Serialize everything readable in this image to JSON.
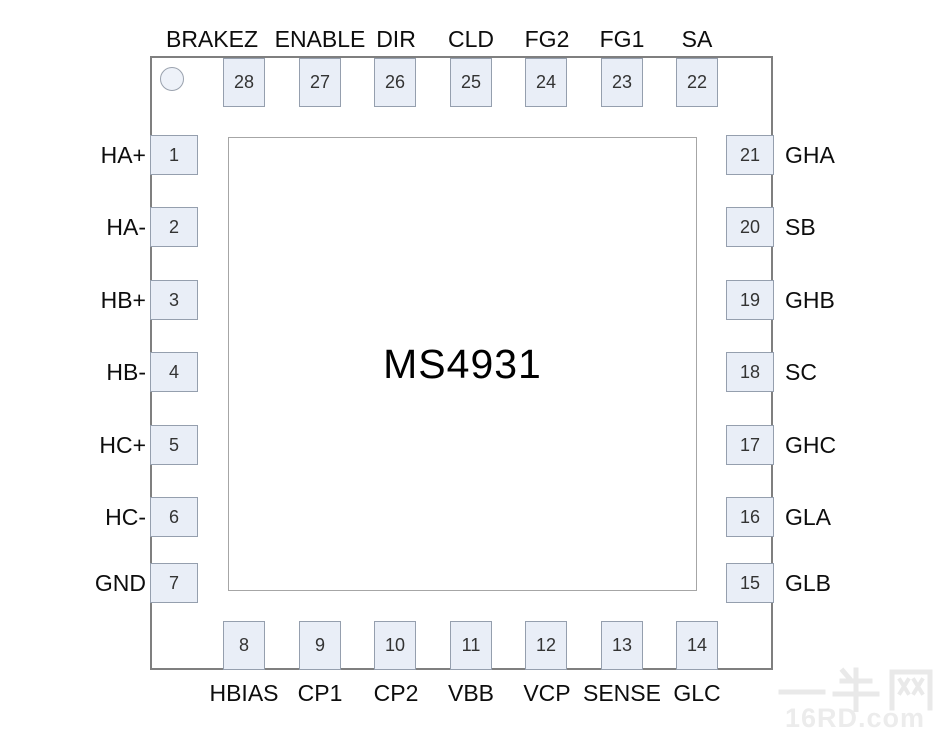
{
  "chip": {
    "name": "MS4931"
  },
  "pins": {
    "top": [
      {
        "num": "28",
        "label": "BRAKEZ"
      },
      {
        "num": "27",
        "label": "ENABLE"
      },
      {
        "num": "26",
        "label": "DIR"
      },
      {
        "num": "25",
        "label": "CLD"
      },
      {
        "num": "24",
        "label": "FG2"
      },
      {
        "num": "23",
        "label": "FG1"
      },
      {
        "num": "22",
        "label": "SA"
      }
    ],
    "left": [
      {
        "num": "1",
        "label": "HA+"
      },
      {
        "num": "2",
        "label": "HA-"
      },
      {
        "num": "3",
        "label": "HB+"
      },
      {
        "num": "4",
        "label": "HB-"
      },
      {
        "num": "5",
        "label": "HC+"
      },
      {
        "num": "6",
        "label": "HC-"
      },
      {
        "num": "7",
        "label": "GND"
      }
    ],
    "right": [
      {
        "num": "21",
        "label": "GHA"
      },
      {
        "num": "20",
        "label": "SB"
      },
      {
        "num": "19",
        "label": "GHB"
      },
      {
        "num": "18",
        "label": "SC"
      },
      {
        "num": "17",
        "label": "GHC"
      },
      {
        "num": "16",
        "label": "GLA"
      },
      {
        "num": "15",
        "label": "GLB"
      }
    ],
    "bottom": [
      {
        "num": "8",
        "label": "HBIAS"
      },
      {
        "num": "9",
        "label": "CP1"
      },
      {
        "num": "10",
        "label": "CP2"
      },
      {
        "num": "11",
        "label": "VBB"
      },
      {
        "num": "12",
        "label": "VCP"
      },
      {
        "num": "13",
        "label": "SENSE"
      },
      {
        "num": "14",
        "label": "GLC"
      }
    ]
  },
  "watermark": {
    "line1": "一牛网",
    "line2": "16RD.com"
  },
  "colors": {
    "pin_fill": "#e9eef7",
    "pin_border": "#959fae",
    "chip_outline": "#7f7f7f",
    "die_border": "#a6a6a6",
    "watermark": "#ececec"
  }
}
